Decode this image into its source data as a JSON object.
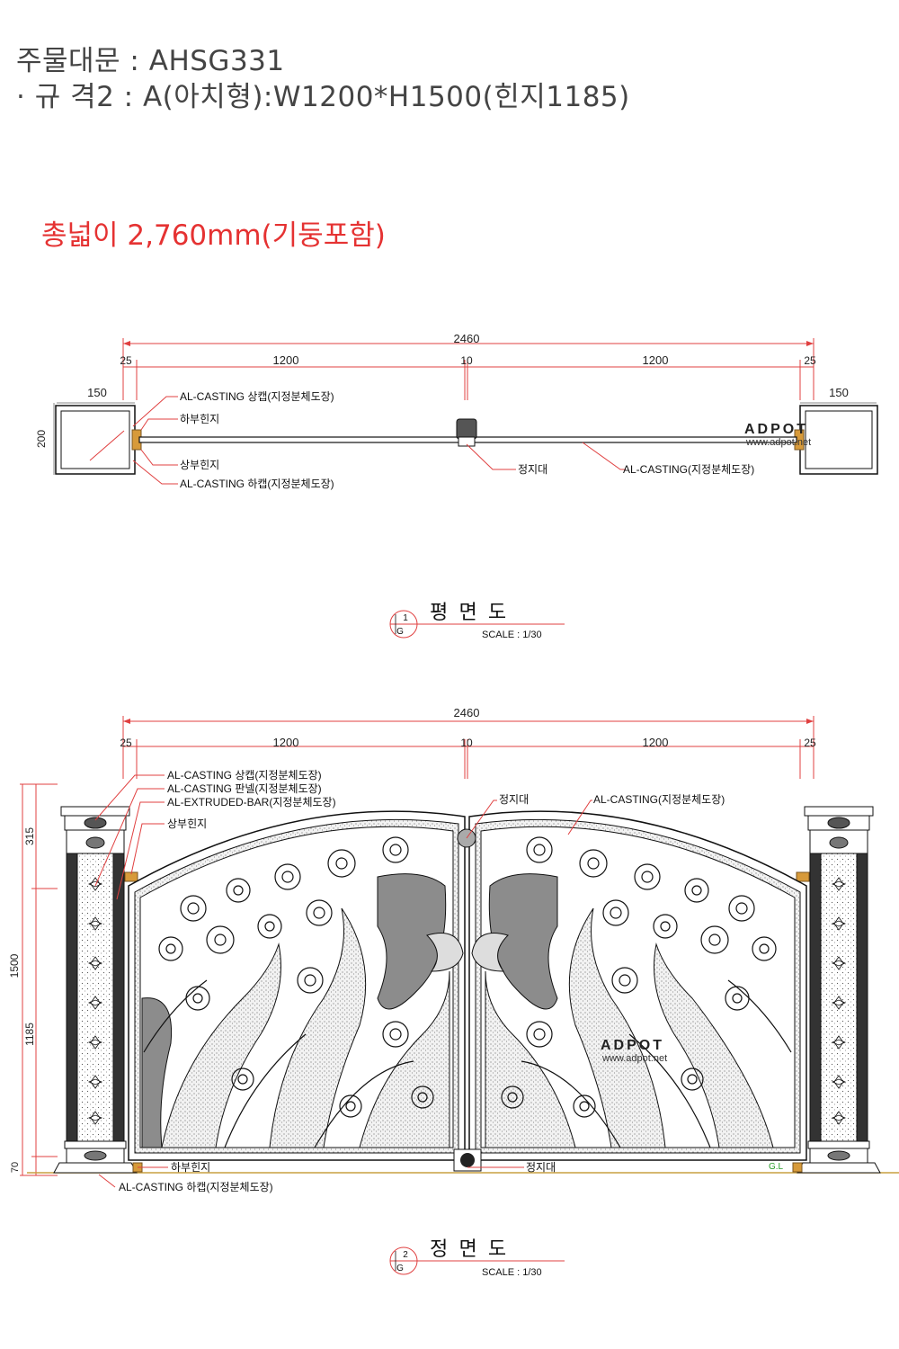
{
  "header": {
    "title_line1": "주물대문 : AHSG331",
    "title_line2": "· 규 격2 : A(아치형):W1200*H1500(힌지1185)",
    "total_width": "총넓이 2,760mm(기둥포함)"
  },
  "plan": {
    "dims": {
      "overall": "2460",
      "left_gap": "25",
      "leaf_left": "1200",
      "center_gap": "10",
      "leaf_right": "1200",
      "right_gap": "25",
      "post_left": "150",
      "post_right": "150",
      "post_depth": "200"
    },
    "labels": {
      "top_cap": "AL-CASTING 상캡(지정분체도장)",
      "lower_hinge": "하부힌지",
      "upper_hinge": "상부힌지",
      "bottom_cap": "AL-CASTING 하캡(지정분체도장)",
      "stopper": "정지대",
      "leaf": "AL-CASTING(지정분체도장)"
    },
    "view_title": "평  면  도",
    "view_no": "1",
    "view_sheet": "G",
    "scale": "SCALE : 1/30"
  },
  "elevation": {
    "dims": {
      "overall": "2460",
      "left_gap": "25",
      "leaf_left": "1200",
      "center_gap": "10",
      "leaf_right": "1200",
      "right_gap": "25",
      "cap_height": "315",
      "total_height": "1500",
      "hinge_height": "1185",
      "base_height": "70"
    },
    "labels": {
      "top_cap": "AL-CASTING 상캡(지정분체도장)",
      "panel": "AL-CASTING 판넬(지정분체도장)",
      "bar": "AL-EXTRUDED-BAR(지정분체도장)",
      "upper_hinge": "상부힌지",
      "stopper_top": "정지대",
      "leaf": "AL-CASTING(지정분체도장)",
      "lower_hinge": "하부힌지",
      "stopper_bottom": "정지대",
      "bottom_cap": "AL-CASTING 하캡(지정분체도장)",
      "ground_line": "G.L"
    },
    "view_title": "정  면  도",
    "view_no": "2",
    "view_sheet": "G",
    "scale": "SCALE : 1/30"
  },
  "watermark": {
    "brand": "ADPOT",
    "url": "www.adpot.net"
  },
  "colors": {
    "title_gray": "#444444",
    "total_red": "#e53232",
    "dim_red": "#e04040",
    "line_black": "#111111",
    "hinge_orange": "#d79a3a",
    "panel_gray": "#8c8c8c",
    "ground_line": "#c8a040",
    "gl_text": "#2a9d2a"
  }
}
